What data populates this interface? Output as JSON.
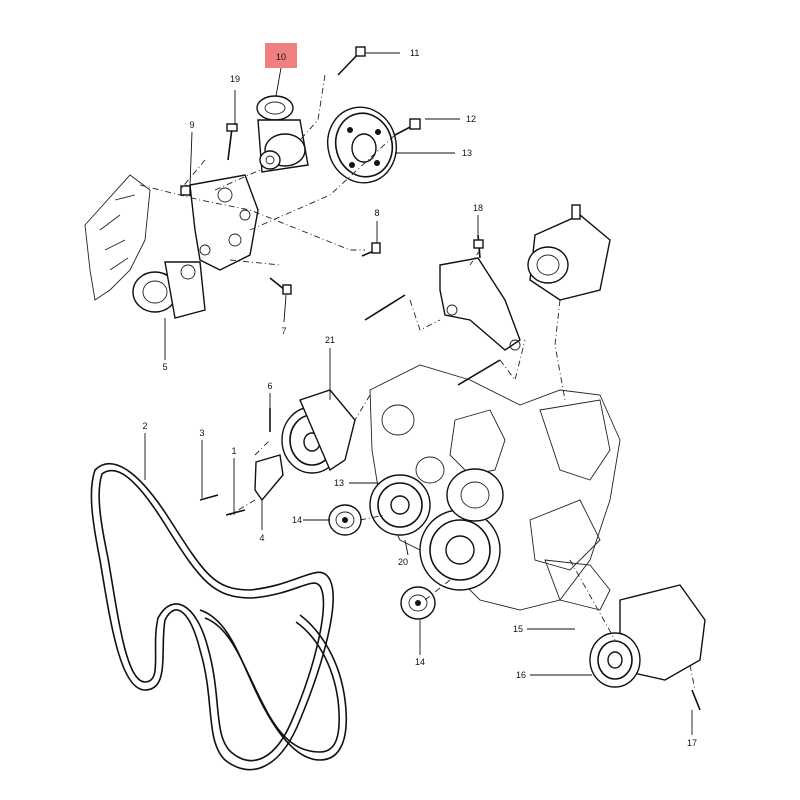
{
  "diagram": {
    "highlight_color": "#f08080",
    "highlighted_callout": "10",
    "callouts": [
      "1",
      "2",
      "3",
      "4",
      "5",
      "6",
      "7",
      "8",
      "9",
      "10",
      "11",
      "12",
      "13",
      "13",
      "14",
      "14",
      "15",
      "16",
      "17",
      "18",
      "19",
      "20",
      "21"
    ]
  }
}
